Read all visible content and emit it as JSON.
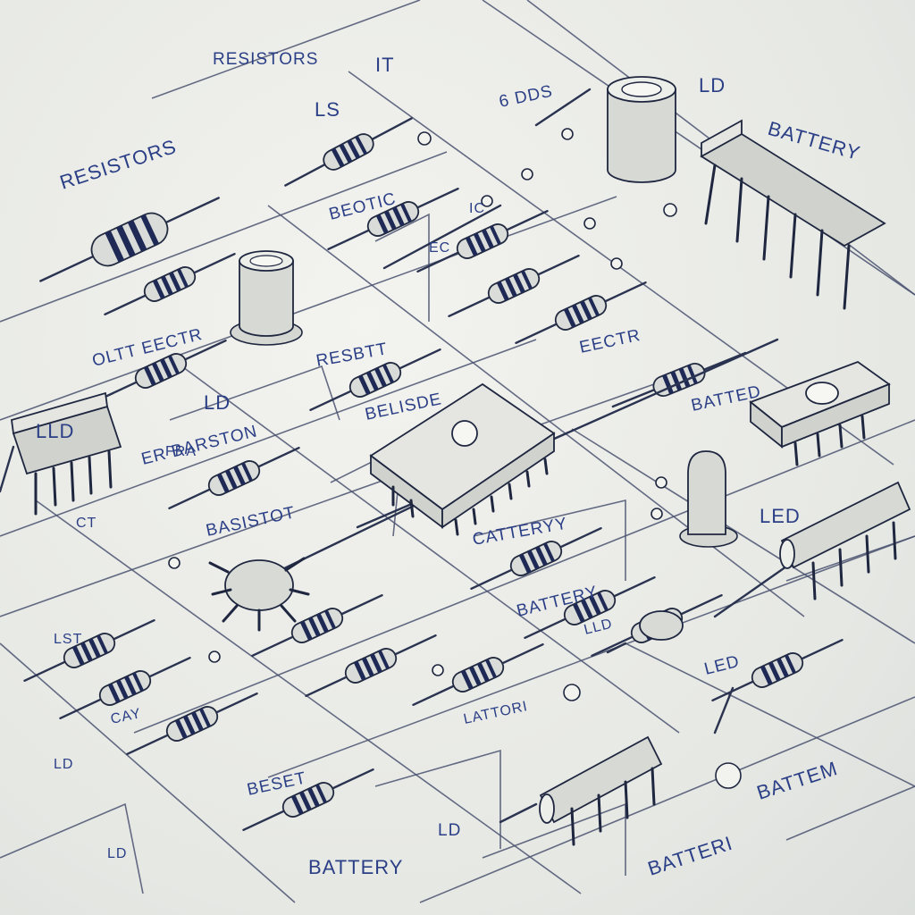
{
  "labels": {
    "resistors_top": "RESISTORS",
    "resistors_left": "RESISTORS",
    "ld_top": "LD",
    "battery_top_right": "BATTERY",
    "ls": "LS",
    "it": "IT",
    "six_dds": "6 DDS",
    "beotic": "BEOTIC",
    "ic": "IC",
    "oltt_eectr": "OLTT EECTR",
    "resbtt": "RESBTT",
    "eectr": "EECTR",
    "ld_mid_left": "LD",
    "belisde": "BELISDE",
    "batted": "BATTED",
    "er_barston": "ER BARSTON",
    "basistot": "BASISTOT",
    "catteryy": "CATTERYY",
    "led_right": "LED",
    "battery_mid": "BATTERY",
    "lld": "LLD",
    "lst": "LST",
    "cay": "CAY",
    "lattori": "LATTORI",
    "led_small": "LED",
    "ld_bottom_left": "LD",
    "ld_bottom_left2": "LD",
    "beset": "BESET",
    "battery_bottom": "BATTERY",
    "ld_bottom_mid": "LD",
    "batteri_bottom_right": "BATTERI",
    "battem": "BATTEM",
    "chip_left_text": "LLD",
    "ct": "CT",
    "ec": "EC",
    "fra": "FRA"
  },
  "colors": {
    "ink": "#2b3f86",
    "line": "#4a5270",
    "paper": "#e9ebe8"
  }
}
